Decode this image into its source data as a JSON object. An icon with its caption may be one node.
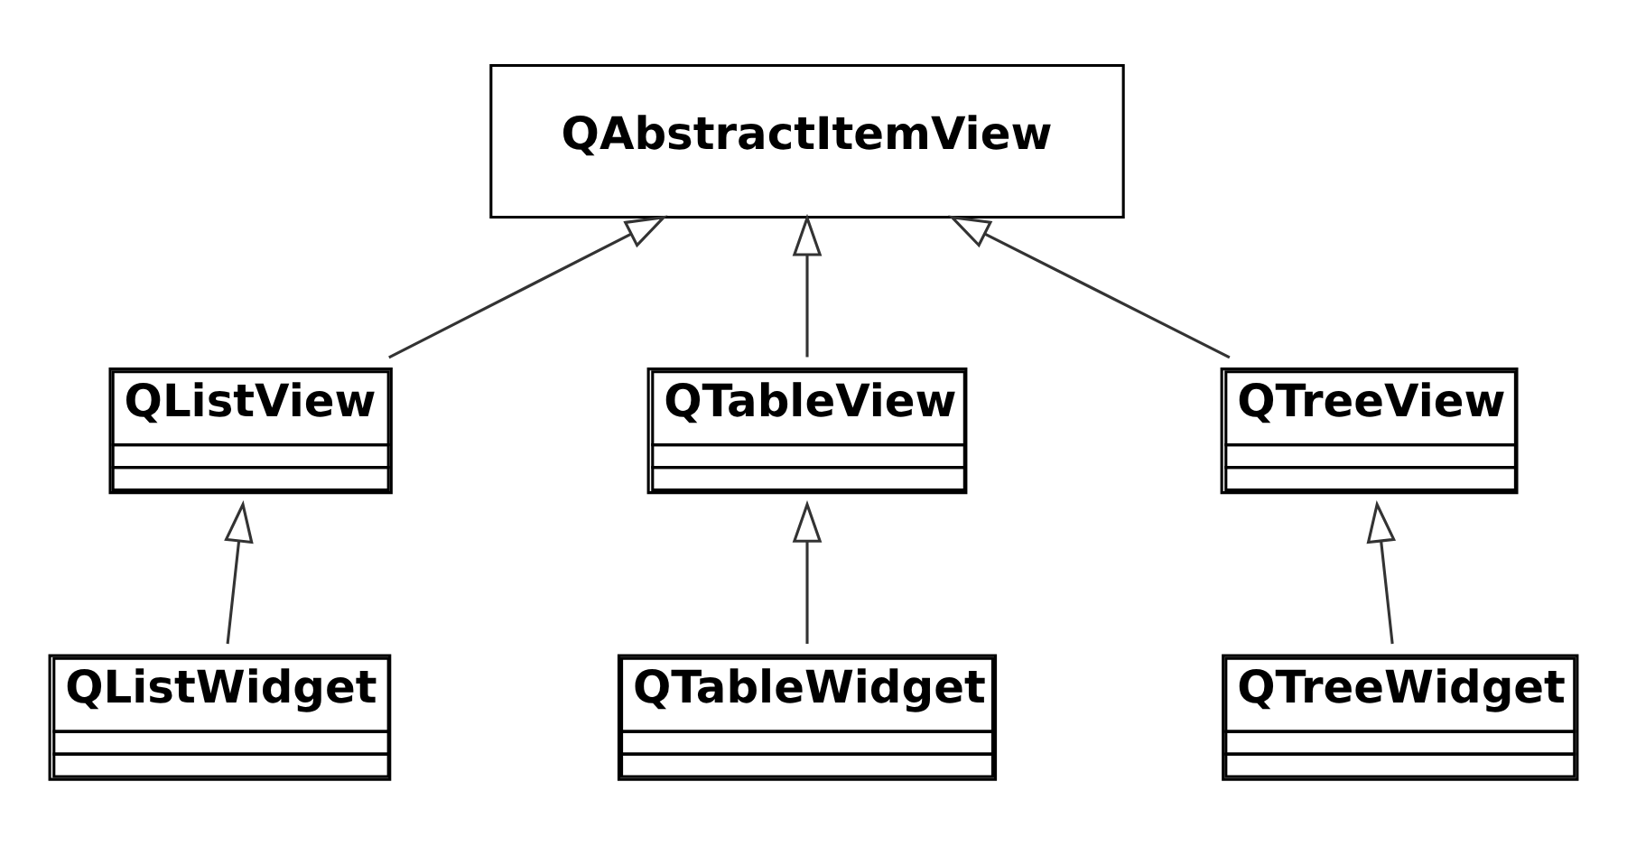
{
  "diagram": {
    "nodes": [
      {
        "text": [
          "QAbstractItemView"
        ]
      },
      {
        "text": [
          "QListView"
        ]
      },
      {
        "text": [
          "QTableView"
        ]
      },
      {
        "text": [
          "QTreeView"
        ]
      },
      {
        "text": [
          "QListWidget"
        ]
      },
      {
        "text": [
          "QTableWidget"
        ]
      },
      {
        "text": [
          "QTreeWidget"
        ]
      }
    ],
    "edges": [
      {
        "from": 1,
        "to": 0,
        "arrow": "to"
      },
      {
        "from": 2,
        "to": 0,
        "arrow": "to"
      },
      {
        "from": 3,
        "to": 0,
        "arrow": "to"
      },
      {
        "from": 4,
        "to": 1,
        "arrow": "to"
      },
      {
        "from": 5,
        "to": 2,
        "arrow": "to"
      },
      {
        "from": 6,
        "to": 3,
        "arrow": "to"
      }
    ]
  }
}
